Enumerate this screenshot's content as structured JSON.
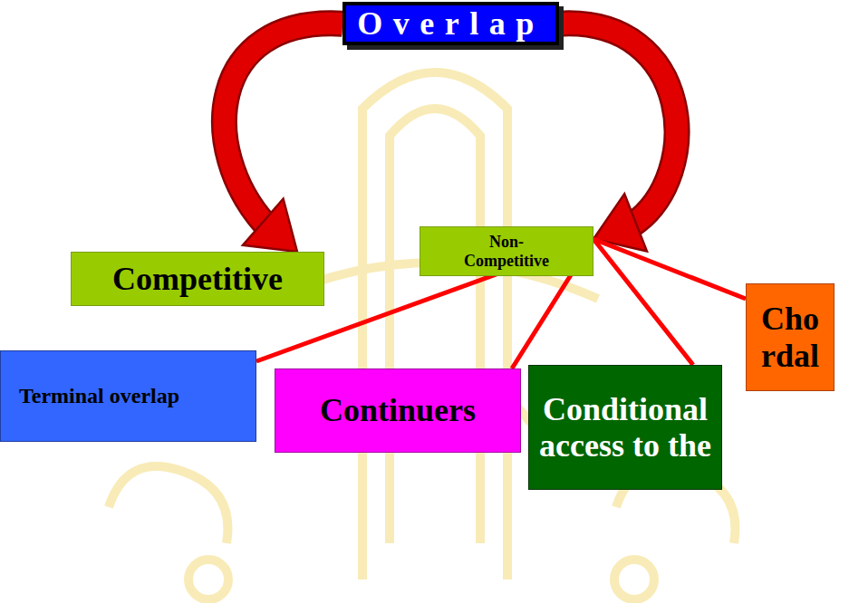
{
  "diagram": {
    "nodes": [
      {
        "text": [
          "Overlap"
        ]
      },
      {
        "text": [
          "Competitive"
        ]
      },
      {
        "text": [
          "Non- Competitive"
        ]
      },
      {
        "text": [
          "Terminal overlap"
        ]
      },
      {
        "text": [
          "Continuers"
        ]
      },
      {
        "text": [
          "Conditional access to the"
        ]
      },
      {
        "text": [
          "Chordal"
        ]
      }
    ],
    "edges": [
      {
        "from": 0,
        "to": 1,
        "arrow": "to"
      },
      {
        "from": 0,
        "to": 2,
        "arrow": "to"
      },
      {
        "from": 3,
        "to": 2,
        "arrow": "none"
      },
      {
        "from": 4,
        "to": 2,
        "arrow": "none"
      },
      {
        "from": 5,
        "to": 2,
        "arrow": "none"
      },
      {
        "from": 6,
        "to": 2,
        "arrow": "none"
      }
    ]
  }
}
